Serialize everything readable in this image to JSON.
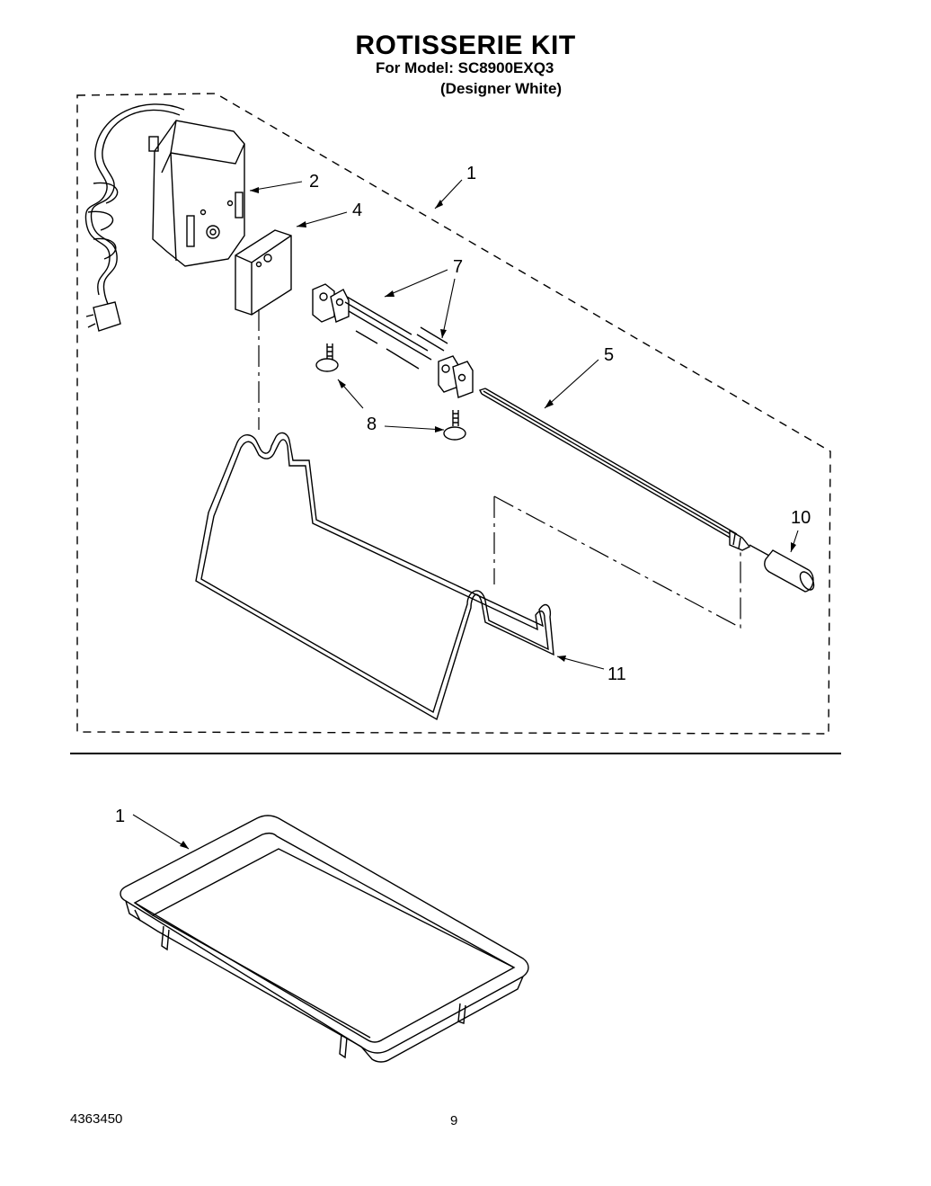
{
  "header": {
    "title": "ROTISSERIE KIT",
    "model": "For Model: SC8900EXQ3",
    "variant": "(Designer White)"
  },
  "callouts": {
    "kit": "1",
    "motor": "2",
    "bracket": "4",
    "spit": "5",
    "forks": "7",
    "screws": "8",
    "handle": "10",
    "rack": "11",
    "pan": "1"
  },
  "footer": {
    "part_number": "4363450",
    "page": "9"
  }
}
